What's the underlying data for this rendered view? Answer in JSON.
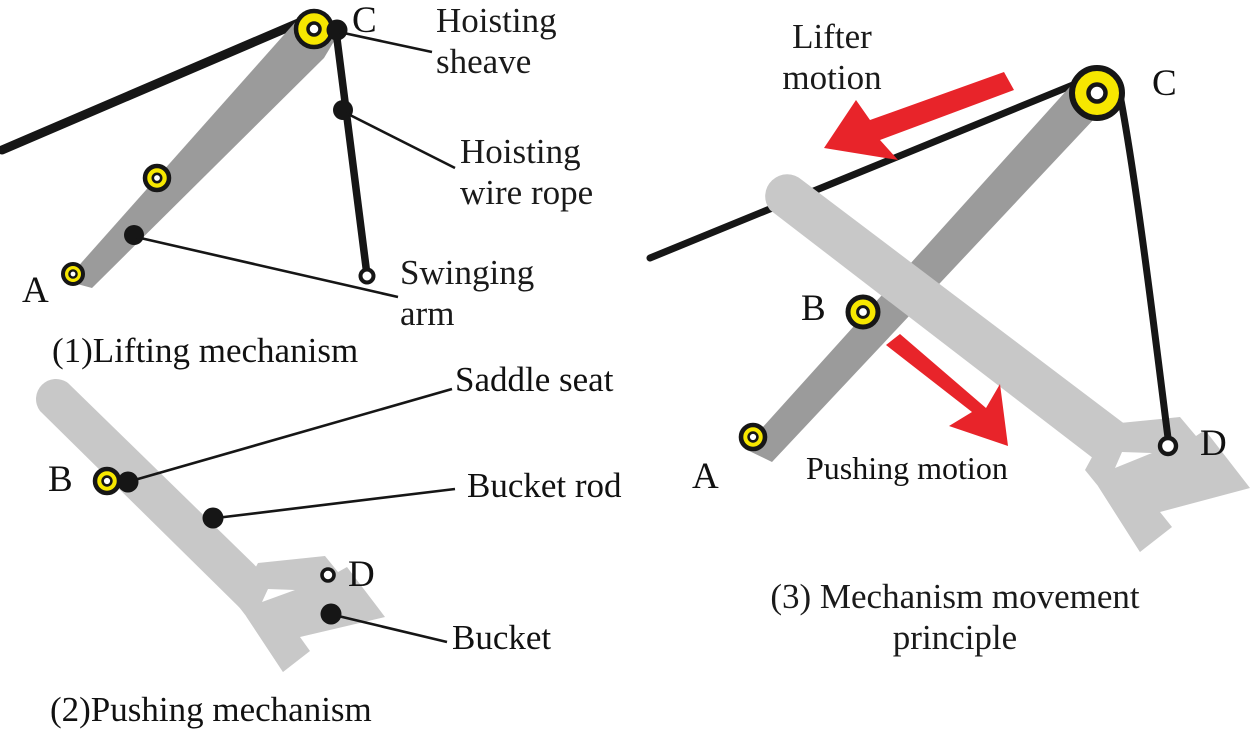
{
  "figure": {
    "title_present": false,
    "panels": [
      {
        "id": "panel1",
        "caption": "(1)Lifting mechanism",
        "point_labels": [
          "A",
          "C"
        ],
        "annotations": [
          "Hoisting sheave",
          "Hoisting wire rope",
          "Swinging arm"
        ]
      },
      {
        "id": "panel2",
        "caption": "(2)Pushing mechanism",
        "point_labels": [
          "B",
          "D"
        ],
        "annotations": [
          "Saddle seat",
          "Bucket rod",
          "Bucket"
        ]
      },
      {
        "id": "panel3",
        "caption_line1": "(3) Mechanism movement",
        "caption_line2": "principle",
        "point_labels": [
          "A",
          "B",
          "C",
          "D"
        ],
        "annotations": [
          "Lifter motion",
          "Pushing motion"
        ]
      }
    ]
  },
  "panel1": {
    "caption": "(1)Lifting mechanism",
    "label_A": "A",
    "label_C": "C",
    "ann_sheave_line1": "Hoisting",
    "ann_sheave_line2": "sheave",
    "ann_rope_line1": "Hoisting",
    "ann_rope_line2": "wire rope",
    "ann_arm_line1": "Swinging",
    "ann_arm_line2": "arm"
  },
  "panel2": {
    "caption": "(2)Pushing mechanism",
    "label_B": "B",
    "label_D": "D",
    "ann_saddle": "Saddle seat",
    "ann_rod": "Bucket rod",
    "ann_bucket": "Bucket"
  },
  "panel3": {
    "caption_line1": "(3) Mechanism movement",
    "caption_line2": "principle",
    "label_A": "A",
    "label_B": "B",
    "label_C": "C",
    "label_D": "D",
    "motion_lifter_line1": "Lifter",
    "motion_lifter_line2": "motion",
    "motion_pushing": "Pushing motion"
  },
  "colors": {
    "background": "#ffffff",
    "stroke_black": "#161616",
    "swinging_arm_gray": "#9b9b9b",
    "bucket_rod_gray": "#c8c8c8",
    "pulley_yellow": "#f7e700",
    "arrow_red": "#e8242a",
    "text": "#111111"
  },
  "icons": {
    "pulley": "pulley-icon",
    "pivot": "pivot-joint-icon",
    "arrow_lifter": "red-arrow-left-icon",
    "arrow_pushing": "red-arrow-down-right-icon"
  }
}
